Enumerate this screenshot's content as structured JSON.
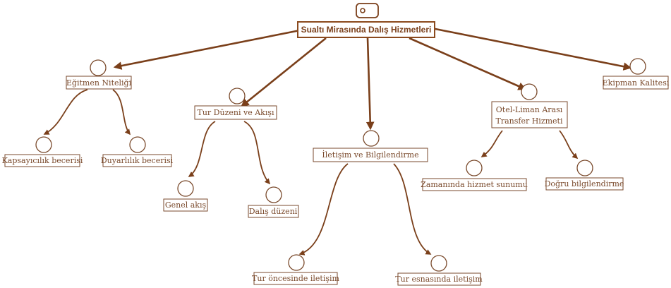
{
  "root": {
    "label": "Sualtı Mirasında Dalış Hizmetleri",
    "icon": "tag-icon"
  },
  "categories": [
    {
      "id": "egitmen",
      "label": "Eğitmen Niteliği",
      "children": [
        {
          "label": "Kapsayıcılık becerisi"
        },
        {
          "label": "Duyarlılık becerisi"
        }
      ]
    },
    {
      "id": "tur",
      "label": "Tur Düzeni ve Akışı",
      "children": [
        {
          "label": "Genel akış"
        },
        {
          "label": "Dalış düzeni"
        }
      ]
    },
    {
      "id": "iletisim",
      "label": "İletişim ve Bilgilendirme",
      "children": [
        {
          "label": "Tur öncesinde iletişim"
        },
        {
          "label": "Tur esnasında iletişim"
        }
      ]
    },
    {
      "id": "transfer",
      "label_lines": [
        "Otel-Liman Arası",
        "Transfer Hizmeti"
      ],
      "children": [
        {
          "label": "Zamanında hizmet sunumu"
        },
        {
          "label": "Doğru bilgilendirme"
        }
      ]
    },
    {
      "id": "ekipman",
      "label": "Ekipman Kalitesi",
      "children": []
    }
  ],
  "colors": {
    "edge": "#7a3f1a",
    "text": "#7a4a2c",
    "box_border": "#7a4a2c"
  }
}
